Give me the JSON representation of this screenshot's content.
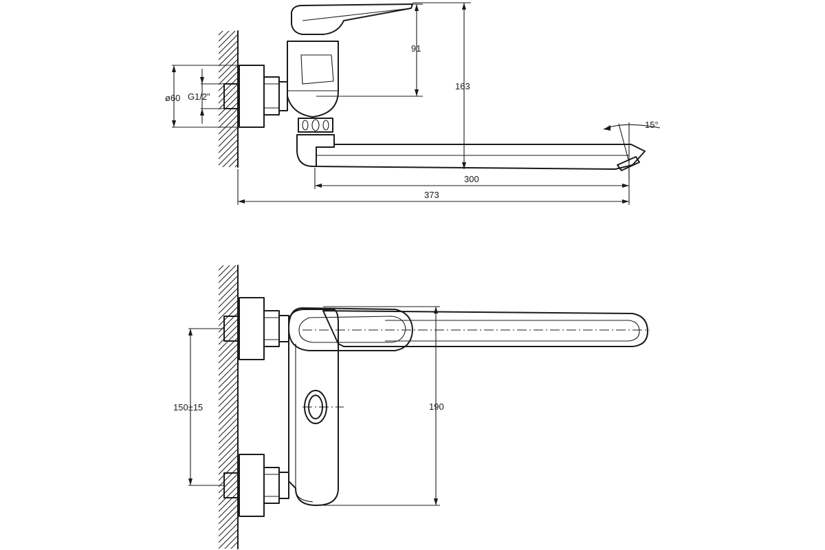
{
  "dimensions": {
    "outlet_diameter": "ø60",
    "thread": "G1/2\"",
    "handle_height": "91",
    "total_height": "163",
    "spout_angle": "15°",
    "spout_reach": "300",
    "overall_length": "373",
    "inlet_spacing": "150±15",
    "body_length": "190"
  },
  "colors": {
    "line": "#1a1a1a",
    "background": "#ffffff"
  }
}
